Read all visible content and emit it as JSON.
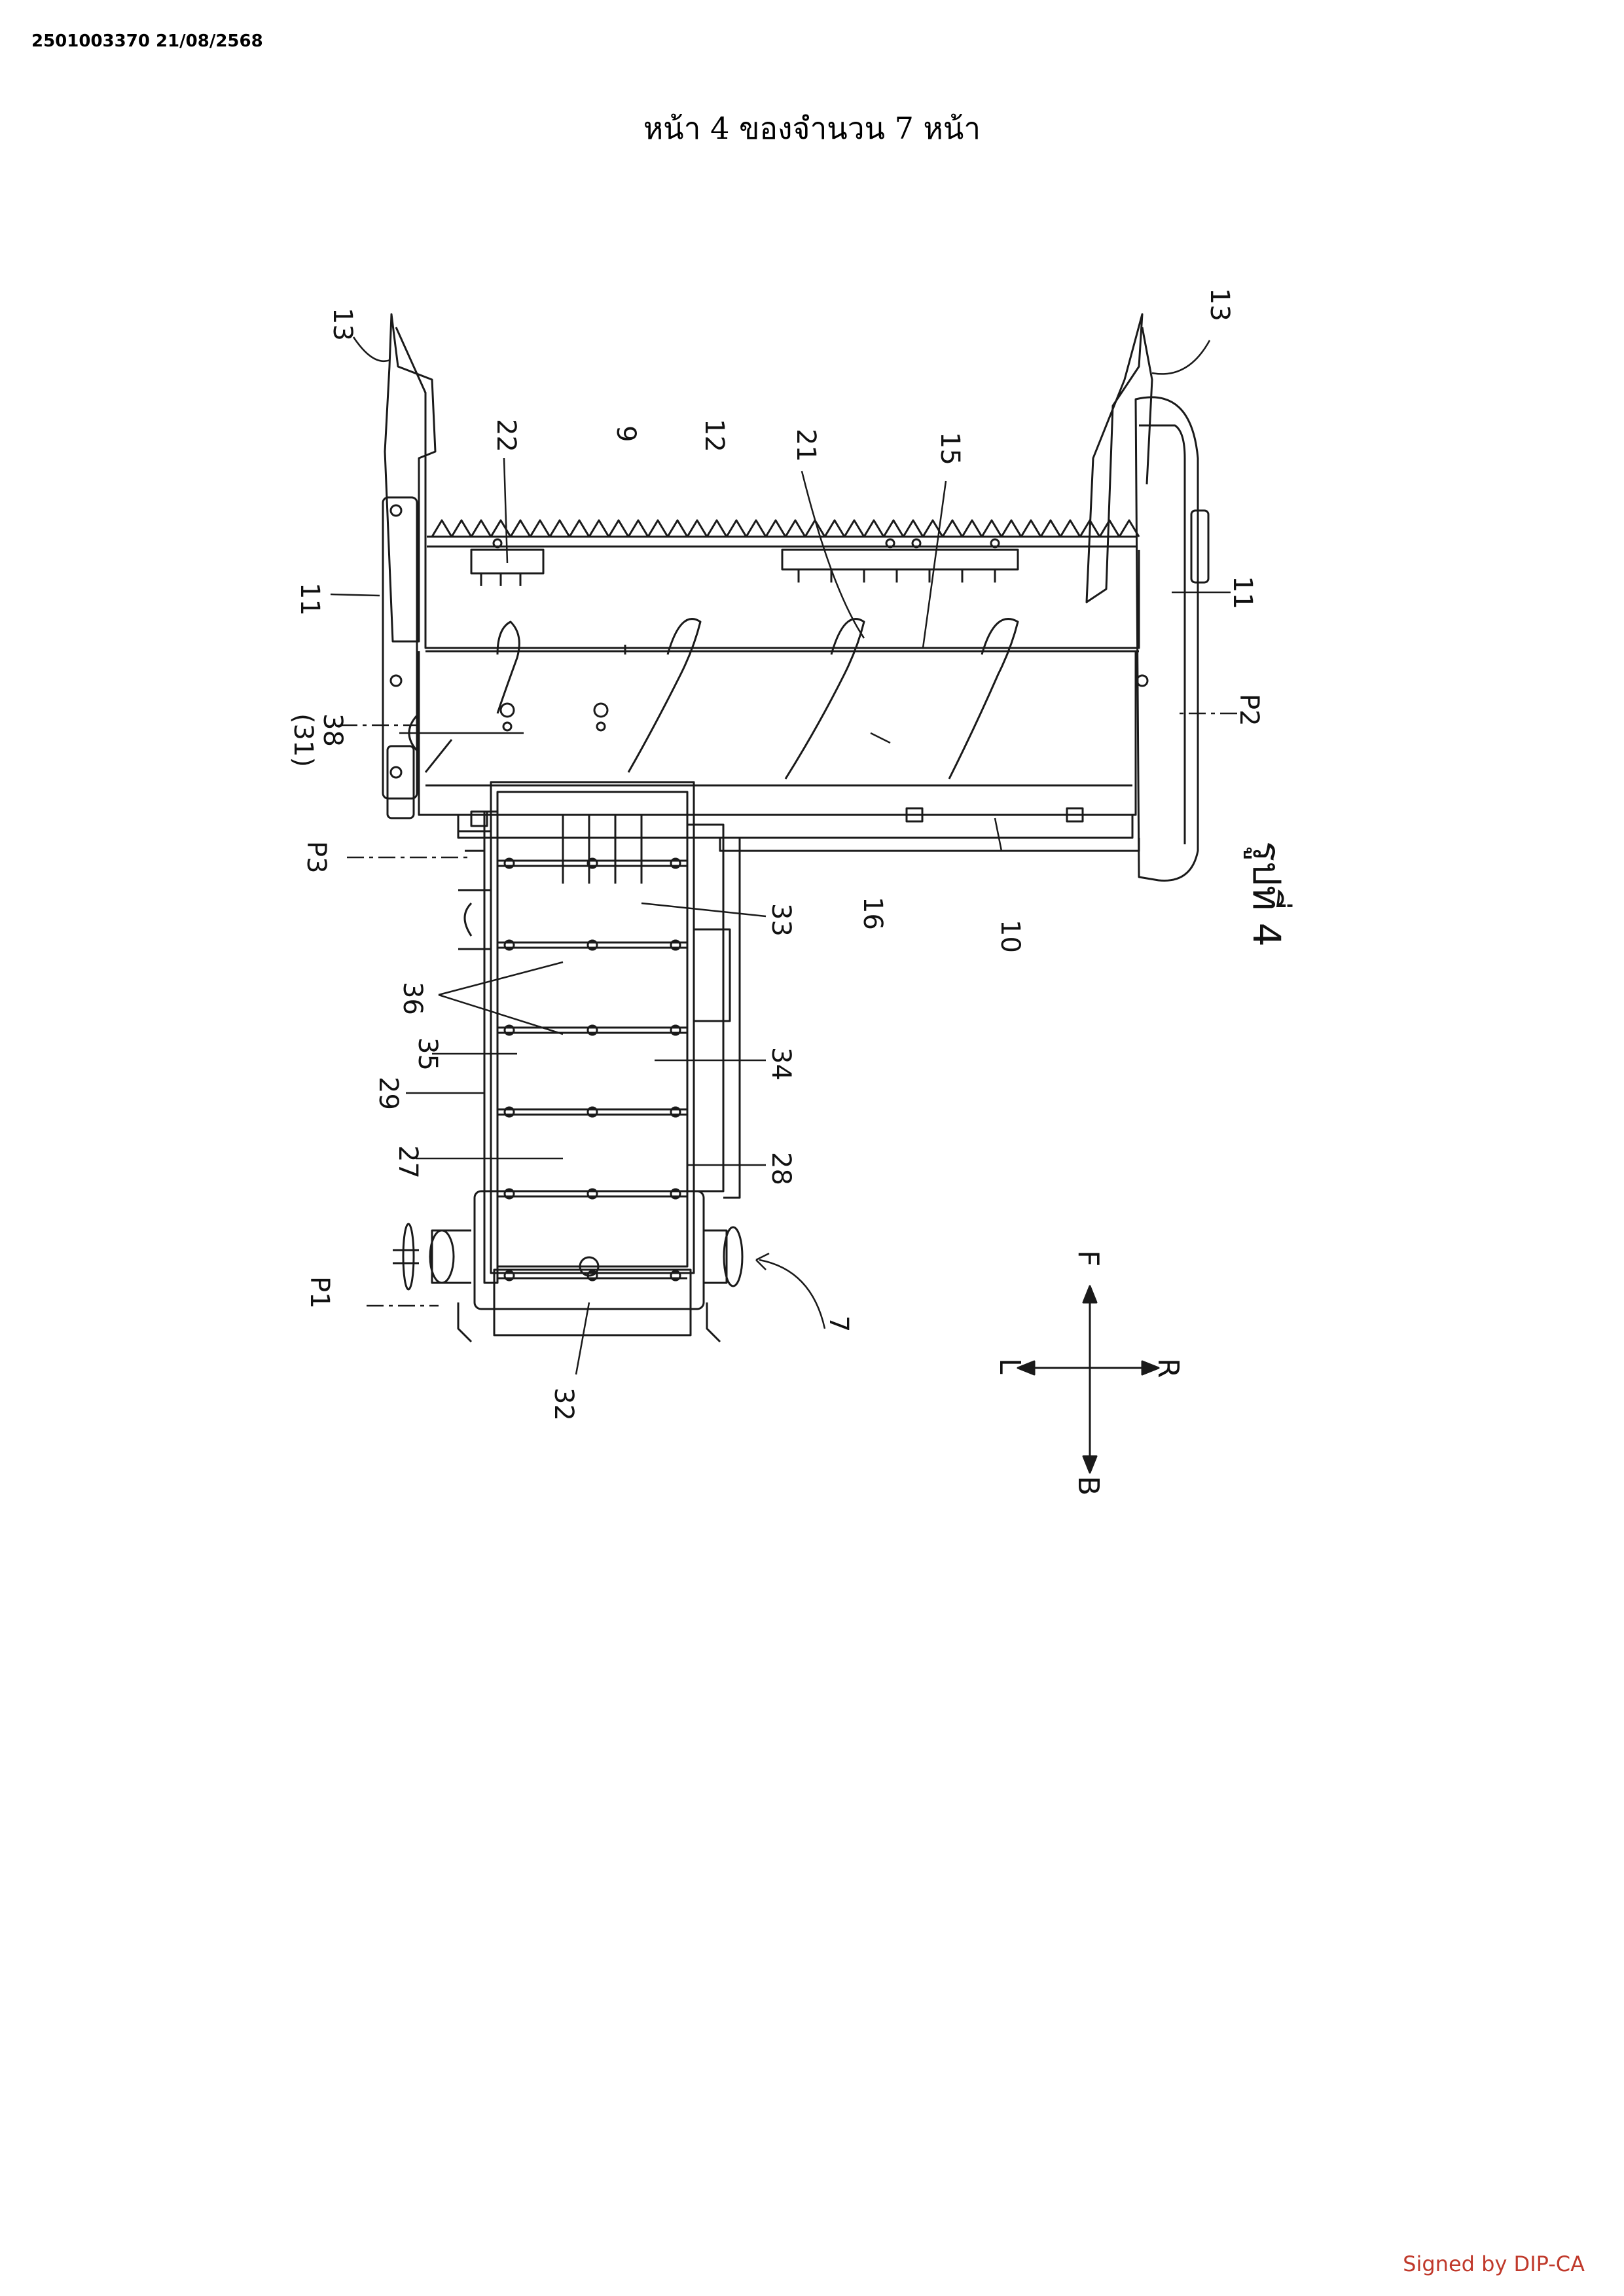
{
  "header": {
    "doc_id": "2501003370 21/08/2568"
  },
  "page_title": "หน้า 4 ของจำนวน 7 หน้า",
  "figure": {
    "caption": "รูปที่ 4",
    "labels": {
      "l13a": "13",
      "l13b": "13",
      "l22": "22",
      "l9": "9",
      "l12": "12",
      "l21": "21",
      "l15": "15",
      "l11a": "11",
      "l11b": "11",
      "l38": "38",
      "l31": "(31)",
      "lp2": "P2",
      "lp3": "P3",
      "l33": "33",
      "l16": "16",
      "l10": "10",
      "l36": "36",
      "l35": "35",
      "l34": "34",
      "l29": "29",
      "l27": "27",
      "l28": "28",
      "lp1": "P1",
      "l7": "7",
      "l32": "32"
    },
    "directions": {
      "front": "F",
      "back": "B",
      "left": "L",
      "right": "R"
    }
  },
  "footer": {
    "signed": "Signed by DIP-CA",
    "signed_color": "#c0392b"
  }
}
